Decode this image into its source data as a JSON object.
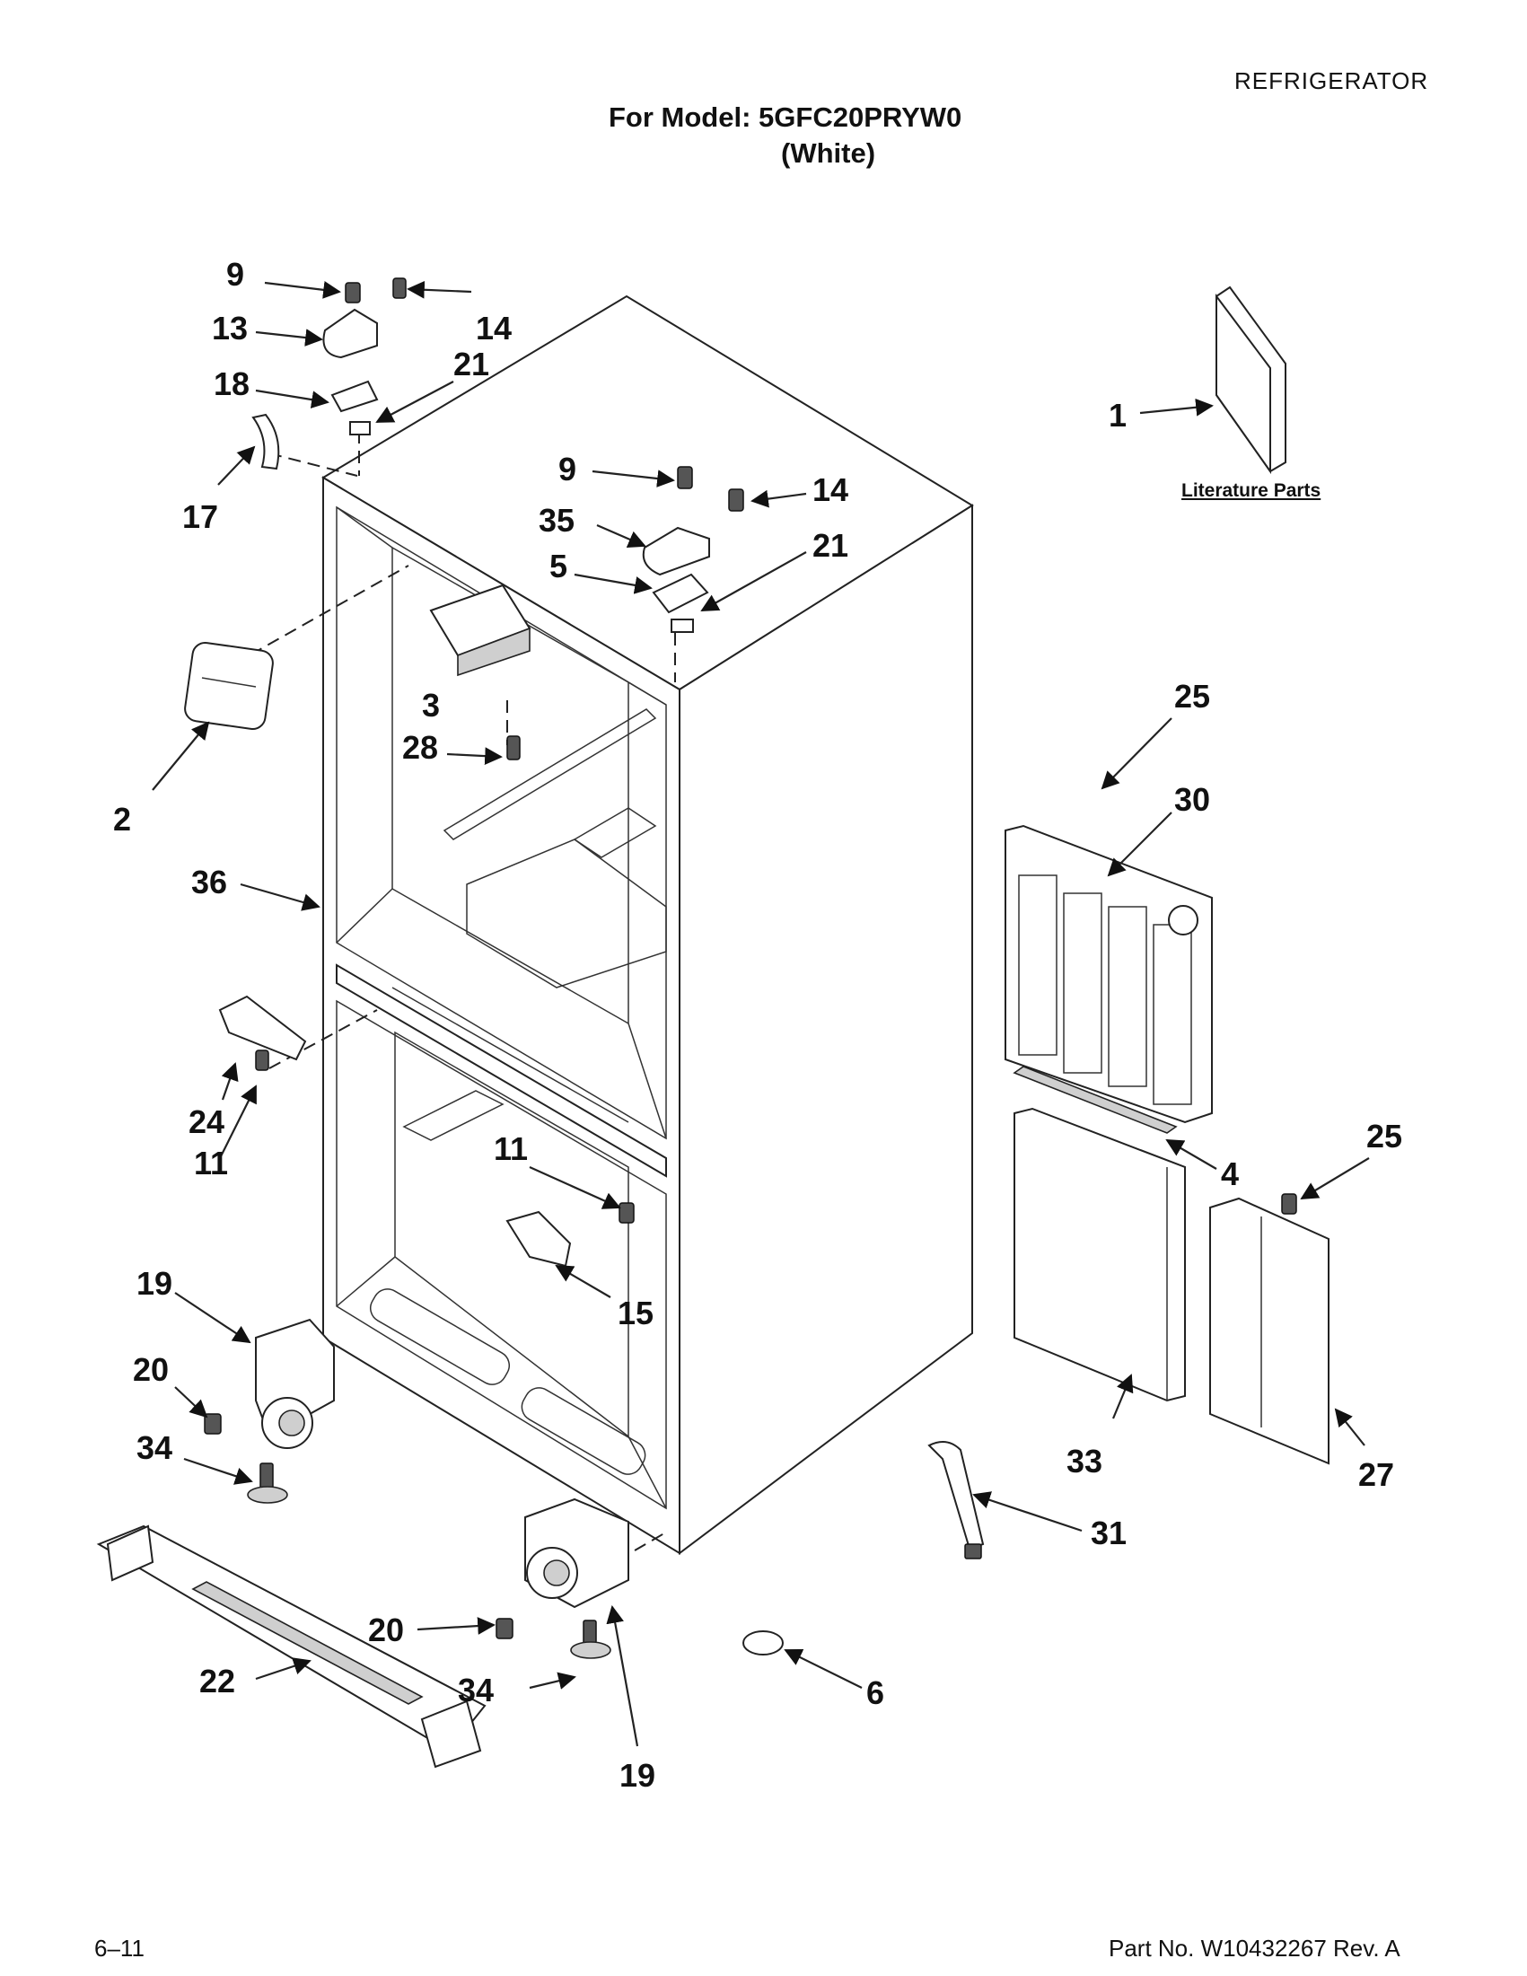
{
  "header": {
    "category": "REFRIGERATOR",
    "model_line": "For Model: 5GFC20PRYW0",
    "color_line": "(White)"
  },
  "literature_label": "Literature Parts",
  "footer": {
    "page": "6–11",
    "part_no": "Part No. W10432267 Rev. A"
  },
  "callouts": [
    "9",
    "13",
    "14",
    "18",
    "21",
    "17",
    "1",
    "9",
    "14",
    "35",
    "5",
    "21",
    "3",
    "2",
    "28",
    "25",
    "30",
    "36",
    "24",
    "11",
    "11",
    "4",
    "25",
    "19",
    "15",
    "20",
    "33",
    "34",
    "27",
    "31",
    "20",
    "22",
    "34",
    "6",
    "19"
  ]
}
